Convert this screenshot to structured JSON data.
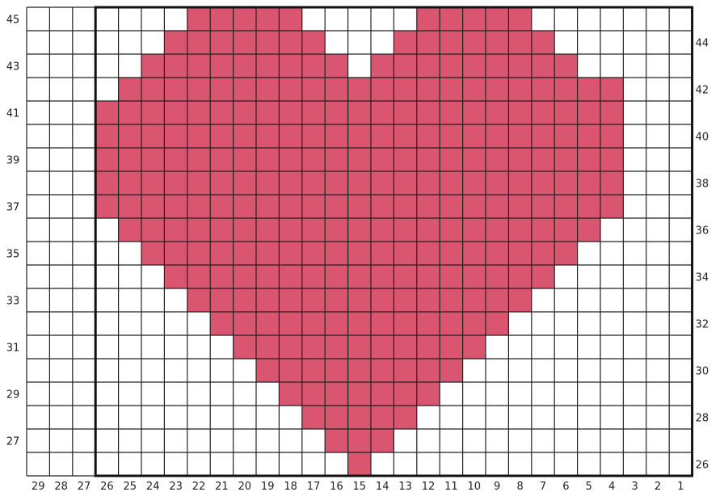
{
  "grid": {
    "columns": 29,
    "rows": 20,
    "first_row": 26,
    "fill_color": "#d95570",
    "empty_color": "#ffffff",
    "line_color": "#222222",
    "border_color": "#111111"
  },
  "x_labels": [
    "29",
    "28",
    "27",
    "26",
    "25",
    "24",
    "23",
    "22",
    "21",
    "20",
    "19",
    "18",
    "17",
    "16",
    "15",
    "14",
    "13",
    "12",
    "11",
    "10",
    "9",
    "8",
    "7",
    "6",
    "5",
    "4",
    "3",
    "2",
    "1"
  ],
  "y_labels_left": [
    "45",
    "43",
    "41",
    "39",
    "37",
    "35",
    "33",
    "31",
    "29",
    "27"
  ],
  "y_labels_right": [
    "44",
    "42",
    "40",
    "38",
    "36",
    "34",
    "32",
    "30",
    "28",
    "26"
  ],
  "heart_rows": [
    {
      "row": 45,
      "spans": [
        [
          18,
          22
        ],
        [
          8,
          12
        ]
      ]
    },
    {
      "row": 44,
      "spans": [
        [
          17,
          23
        ],
        [
          7,
          13
        ]
      ]
    },
    {
      "row": 43,
      "spans": [
        [
          16,
          24
        ],
        [
          6,
          14
        ]
      ]
    },
    {
      "row": 42,
      "spans": [
        [
          4,
          25
        ]
      ]
    },
    {
      "row": 41,
      "spans": [
        [
          4,
          26
        ]
      ]
    },
    {
      "row": 40,
      "spans": [
        [
          4,
          26
        ]
      ]
    },
    {
      "row": 39,
      "spans": [
        [
          4,
          26
        ]
      ]
    },
    {
      "row": 38,
      "spans": [
        [
          4,
          26
        ]
      ]
    },
    {
      "row": 37,
      "spans": [
        [
          4,
          26
        ]
      ]
    },
    {
      "row": 36,
      "spans": [
        [
          5,
          25
        ]
      ]
    },
    {
      "row": 35,
      "spans": [
        [
          6,
          24
        ]
      ]
    },
    {
      "row": 34,
      "spans": [
        [
          7,
          23
        ]
      ]
    },
    {
      "row": 33,
      "spans": [
        [
          8,
          22
        ]
      ]
    },
    {
      "row": 32,
      "spans": [
        [
          9,
          21
        ]
      ]
    },
    {
      "row": 31,
      "spans": [
        [
          10,
          20
        ]
      ]
    },
    {
      "row": 30,
      "spans": [
        [
          11,
          19
        ]
      ]
    },
    {
      "row": 29,
      "spans": [
        [
          12,
          18
        ]
      ]
    },
    {
      "row": 28,
      "spans": [
        [
          13,
          17
        ]
      ]
    },
    {
      "row": 27,
      "spans": [
        [
          14,
          16
        ]
      ]
    },
    {
      "row": 26,
      "spans": [
        [
          15,
          15
        ]
      ]
    }
  ]
}
